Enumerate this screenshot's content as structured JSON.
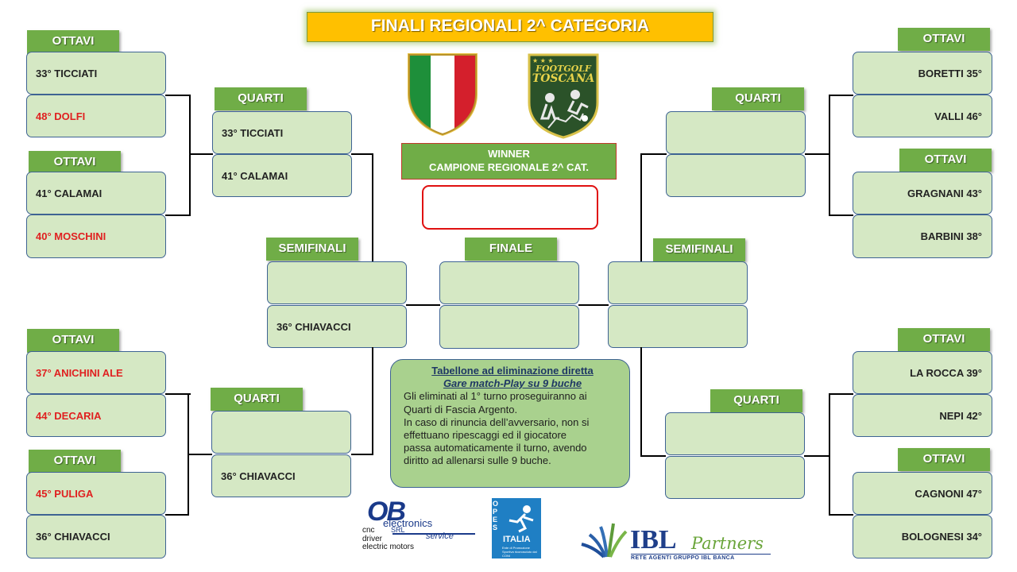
{
  "title": "FINALI REGIONALI 2^ CATEGORIA",
  "round_labels": {
    "ottavi": "OTTAVI",
    "quarti": "QUARTI",
    "semifinali": "SEMIFINALI",
    "finale": "FINALE"
  },
  "winner": {
    "line1": "WINNER",
    "line2": "CAMPIONE REGIONALE 2^ CAT.",
    "name": ""
  },
  "left": {
    "ottavi": [
      "33° TICCIATI",
      "48° DOLFI",
      "41° CALAMAI",
      "40° MOSCHINI",
      "37° ANICHINI ALE",
      "44° DECARIA",
      "45° PULIGA",
      "36° CHIAVACCI"
    ],
    "quarti": [
      "33° TICCIATI",
      "41° CALAMAI",
      "",
      "36° CHIAVACCI"
    ],
    "semifinali": [
      "",
      "36° CHIAVACCI"
    ]
  },
  "right": {
    "ottavi": [
      "BORETTI 35°",
      "VALLI 46°",
      "GRAGNANI 43°",
      "BARBINI 38°",
      "LA ROCCA 39°",
      "NEPI 42°",
      "CAGNONI 47°",
      "BOLOGNESI 34°"
    ],
    "quarti": [
      "",
      "",
      "",
      ""
    ],
    "semifinali": [
      "",
      ""
    ]
  },
  "finale": [
    "",
    ""
  ],
  "rules": {
    "title1": "Tabellone ad eliminazione diretta",
    "title2": "Gare match-Play su 9 buche",
    "lines": [
      "Gli eliminati al 1° turno proseguiranno ai",
      "Quarti di Fascia Argento.",
      "In caso di rinuncia dell’avversario, non si",
      "effettuano ripescaggi ed il giocatore",
      "passa automaticamente il turno,  avendo",
      "diritto ad allenarsi sulle 9 buche."
    ]
  },
  "logos": {
    "footgolf_line1": "FOOTGOLF",
    "footgolf_line2": "TOSCANA",
    "ob_main": "OB",
    "ob_sub": "electronics",
    "ob_srl": "SRL",
    "ob_service": "service",
    "ob_items": [
      "cnc",
      "driver",
      "electric motors"
    ],
    "opes_v": "OPES",
    "opes_h": "ITALIA",
    "opes_caption": "Ente di Promozione Sportiva riconosciuto dal CONI",
    "ibl_main": "IBL",
    "ibl_partners": "Partners",
    "ibl_sub": "RETE AGENTI GRUPPO IBL BANCA"
  },
  "colors": {
    "label_green": "#70ad47",
    "box_fill": "#d5e8c4",
    "box_border": "#3e6393",
    "banner": "#ffc000",
    "eliminated_red": "#e02020"
  }
}
